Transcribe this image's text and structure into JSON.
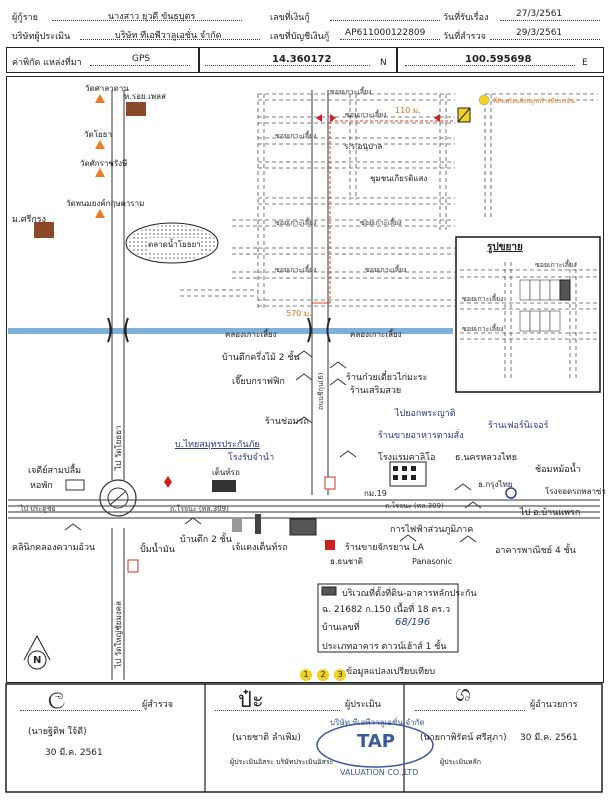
{
  "header": {
    "borrower_label": "ผู้กู้ราย",
    "borrower_value": "นางสาว ยุวดี ขันธบุตร",
    "loan_no_label": "เลขที่เงินกู้",
    "receive_date_label": "วันที่รับเรื่อง",
    "receive_date_value": "27/3/2561",
    "appraiser_label": "บริษัทผู้ประเมิน",
    "appraiser_value": "บริษัท ทีเอพีวาลูเอชั่น จำกัด",
    "account_no_label": "เลขที่บัญชีเงินกู้",
    "account_no_value": "AP611000122809",
    "survey_date_label": "วันที่สำรวจ",
    "survey_date_value": "29/3/2561",
    "coord_label": "ค่าพิกัด แหล่งที่มา",
    "coord_source": "GPS",
    "lat_value": "14.360172",
    "lat_dir": "N",
    "lon_value": "100.595698",
    "lon_dir": "E"
  },
  "map": {
    "left_places": [
      "วัดศาลาดาน",
      "วัดโยธา",
      "วัดศักราชรังษี",
      "วัดพนมยงค์กฤษดาราม"
    ],
    "store_bench": "ห.รอย.เพลส",
    "store_srikrung": "ม.ศรีกรุง",
    "market": "ตลาดน้ำโยธยา",
    "canal_left": "คลองเกาะเลี้ยง",
    "canal_right": "คลองเกาะเลี้ยง",
    "distance_top": "110 ม.",
    "distance_mid": "570 ม.",
    "top_note": "ที่ดินพร้อมสิ่งปลูกสร้างที่ประเมิน",
    "school": "ร.ร.อนุบาล",
    "landmark_community": "ชุมชนเกียรติแสง",
    "soi_labels": [
      "ซอยเกาะเลี้ยง",
      "ซอยเกาะเลี้ยง",
      "ซอยเกาะเลี้ยง",
      "ซอยเกาะเลี้ยง",
      "ซอยเกาะเลี้ยง",
      "ซอยเกาะเลี้ยง",
      "ซอยเกาะเลี้ยง"
    ],
    "vroad_mid": "ถนนชีกุน(6)",
    "vroad_left": "ไป วัดโยธยา",
    "vroad_bottom": "ไป วัดใหญ่ชัยมงคล",
    "road_right": "ไป อ.บ้านแพรก",
    "road_main": "ถ.โรจนะ (ทล.309)",
    "road_main2": "ถ.โรจนะ (ทล.309)",
    "road_left": "ไป ประตูชัย",
    "landmarks": [
      "บ้านตึกครึ่งไม้ 2 ชั้น",
      "ร้านก๋วยเตี๋ยวไก่มะระ",
      "เจี๊ยบกราฟฟิก",
      "ร้านเสริมสวย",
      "ไปยอกพระญาติ",
      "ร้านช่อมรถ",
      "ร้านขายอาหารตามสั่ง",
      "ร้านเฟอร์นิเจอร์",
      "บ.ไทยสมุทรประกันภัย",
      "โรงรับจำนำ",
      "โรงแรมคาลิโอ",
      "ธ.นครหลวงไทย",
      "ช้อมหม้อน้ำ",
      "เต็นท์รถ",
      "ธ.กรุงไทย",
      "โรงจอดรถพลาซ่า",
      "เจดีย์สามปลื้ม",
      "หอพัก",
      "กม.19",
      "คลินิกคลองความอ้วน",
      "ปั้มน้ำมัน",
      "บ้านตึก 2 ชั้น",
      "เจ้แดงเต็นท์รถ",
      "การไฟฟ้าส่วนภูมิภาค",
      "ร้านขายจักรยาน LA",
      "อาคารพาณิชย์ 4 ชั้น",
      "ธ.ธนชาติ",
      "Panasonic"
    ],
    "inset_title": "รูปขยาย",
    "inset_road_top": "ซอยเกาะเลี้ยง",
    "inset_road_mid": "ซอยเกาะเลี้ยง",
    "inset_road_low": "ซอยเกาะเลี้ยง"
  },
  "legend": {
    "line1": "บริเวณที่ตั้งที่ดิน-อาคารหลักประกัน",
    "line2": "ฉ. 21682 ก.150 เนื้อที่ 18 ตร.ว",
    "line3_label": "บ้านเลขที่",
    "line3_value": "68/196",
    "line4": "ประเภทอาคาร ตาวน์เฮ้าส์ 1 ชั้น",
    "numbers": [
      "1",
      "2",
      "3"
    ],
    "numbers_note": "ข้อมูลแปลงเปรียบเทียบ",
    "north": "N"
  },
  "footer": {
    "role1": "ผู้สำรวจ",
    "name1": "(นายฐิติพ ใจ้ดี)",
    "date1": "30 มี.ค. 2561",
    "role2": "ผู้ประเมิน",
    "name2": "(นายชาติ ลำเพิม)",
    "subtitle2": "ผู้ประเมินอิสระ บริษัทประเมินอิสระ",
    "role3": "ผู้อำนวยการ",
    "name3": "(นายกาพิรัตน์ ศรีสุภา)",
    "date3": "30 มี.ค. 2561",
    "subtitle3": "ผู้ประเมินหลัก",
    "stamp_top": "บริษัท ทีเอพีวาลูเอชั่น จำกัด",
    "stamp_logo": "TAP",
    "stamp_bottom": "VALUATION CO.,LTD"
  }
}
